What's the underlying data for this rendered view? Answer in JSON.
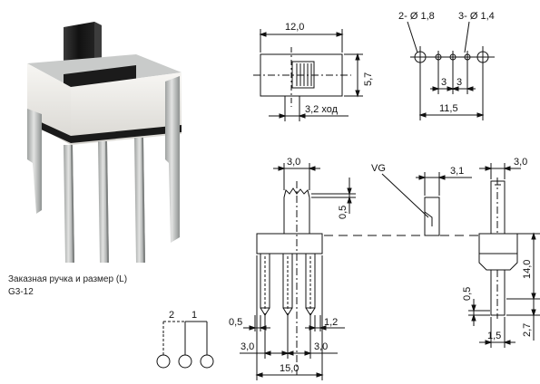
{
  "caption": {
    "line1": "Заказная ручка и размер (L)",
    "line2": "G3-12"
  },
  "top_view": {
    "width_label": "12,0",
    "height_label": "5,7",
    "travel_label": "3,2 ход"
  },
  "pin_layout": {
    "hole_large_label": "2- Ø 1,8",
    "hole_small_label": "3- Ø 1,4",
    "pitch_a": "3",
    "pitch_b": "3",
    "overall": "11,5"
  },
  "front_view": {
    "knob_width": "3,0",
    "knob_step": "0,5",
    "pin_thickness": "0,5",
    "tab_width": "1,2",
    "pitch_left": "3,0",
    "pitch_right": "3,0",
    "overall": "15,0"
  },
  "vg_view": {
    "label": "VG",
    "width": "3,1"
  },
  "side_view": {
    "knob_width": "3,0",
    "body_height": "14,0",
    "pin_step": "0,5",
    "pin_width": "1,5",
    "pin_length": "2,7"
  },
  "schematic": {
    "pin2": "2",
    "pin1": "1"
  },
  "colors": {
    "line": "#111111",
    "photo_body": "#e9e7e3",
    "photo_metal": "#b9bbba",
    "photo_knob": "#1a1a1a"
  }
}
